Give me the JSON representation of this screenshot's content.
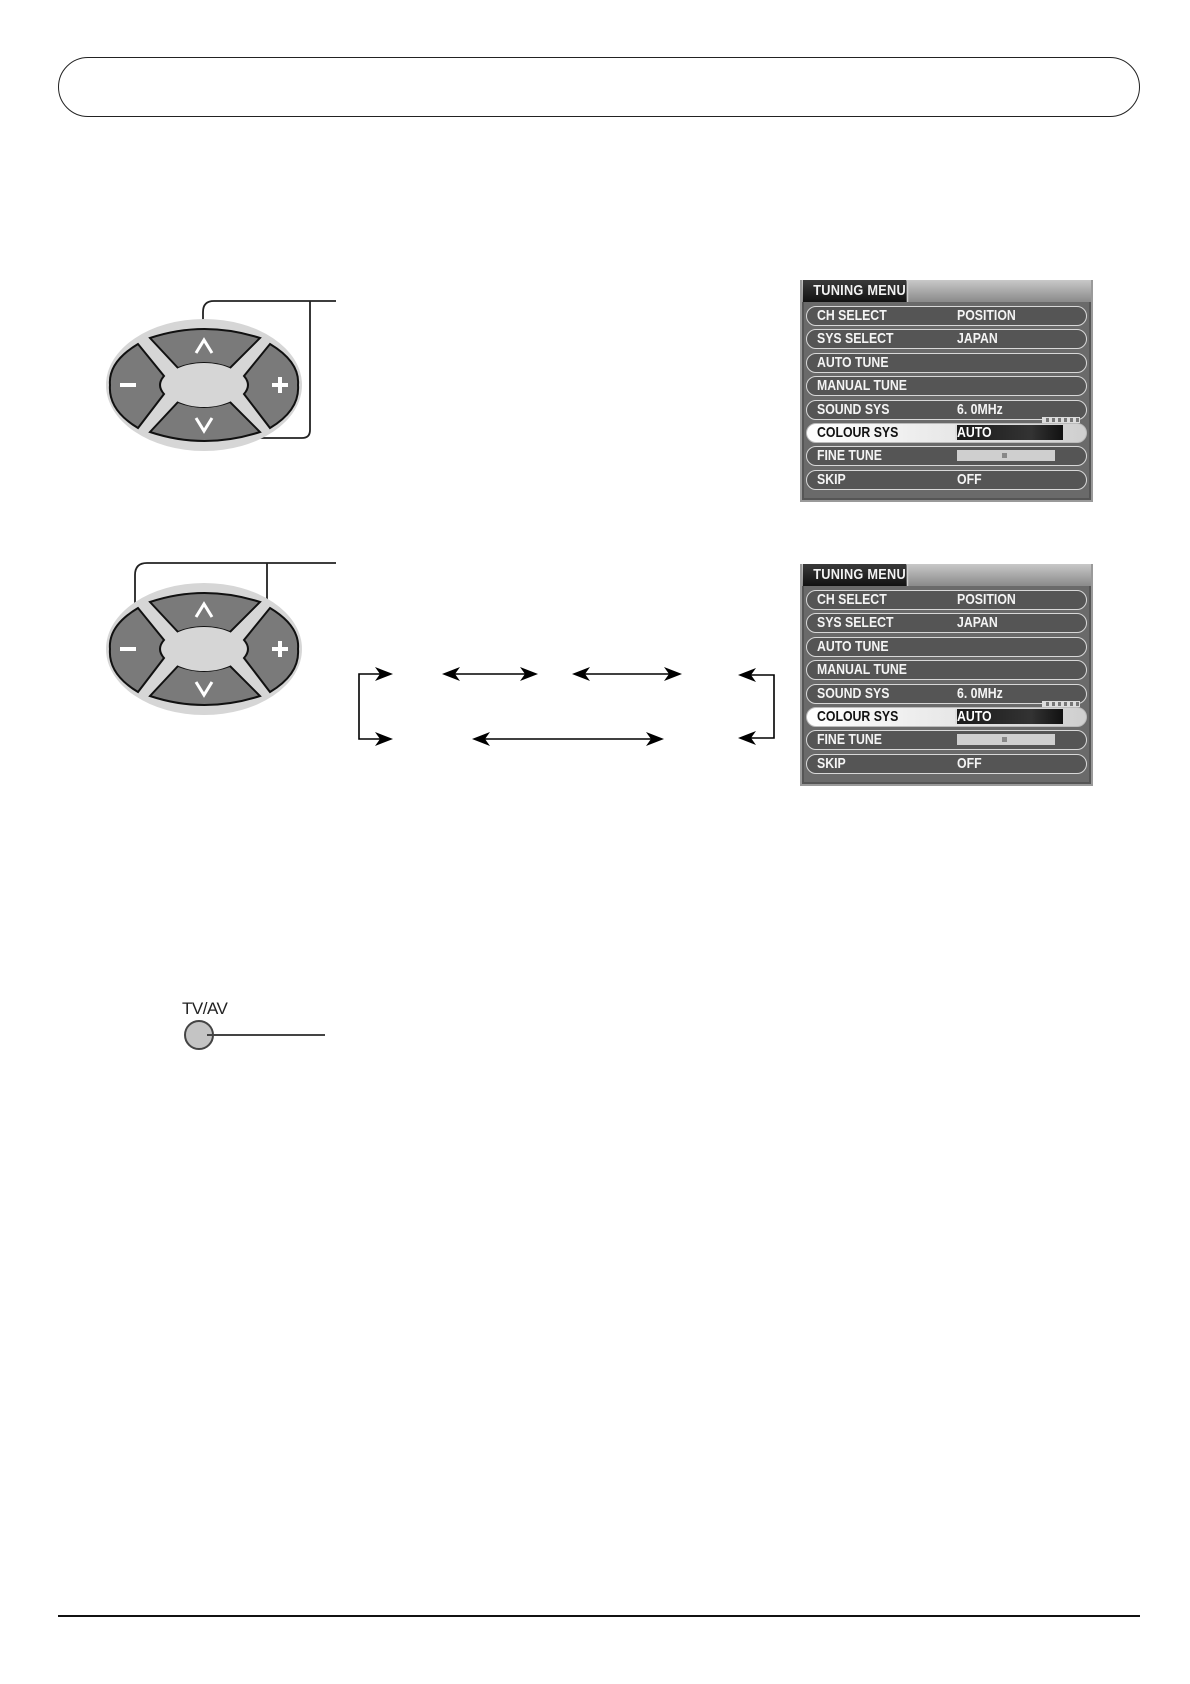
{
  "page": {
    "banner": {
      "title": ""
    },
    "footer": {
      "page_number": ""
    }
  },
  "keypads": [
    {
      "id": "keypad-up-down",
      "buttons": {
        "up": "^",
        "down": "v",
        "minus": "−",
        "plus": "+"
      },
      "highlighted": [
        "up",
        "down"
      ]
    },
    {
      "id": "keypad-minus-plus",
      "buttons": {
        "up": "^",
        "down": "v",
        "minus": "−",
        "plus": "+"
      },
      "highlighted": [
        "minus",
        "plus"
      ]
    }
  ],
  "menus": [
    {
      "title": "TUNING MENU",
      "rows": [
        {
          "label": "CH SELECT",
          "value": "POSITION"
        },
        {
          "label": "SYS SELECT",
          "value": "JAPAN"
        },
        {
          "label": "AUTO TUNE",
          "value": ""
        },
        {
          "label": "MANUAL TUNE",
          "value": ""
        },
        {
          "label": "SOUND SYS",
          "value": "6. 0MHz"
        },
        {
          "label": "COLOUR SYS",
          "value": "AUTO",
          "selected": true
        },
        {
          "label": "FINE TUNE",
          "value": "",
          "control": "slider"
        },
        {
          "label": "SKIP",
          "value": "OFF"
        }
      ]
    },
    {
      "title": "TUNING MENU",
      "rows": [
        {
          "label": "CH SELECT",
          "value": "POSITION"
        },
        {
          "label": "SYS SELECT",
          "value": "JAPAN"
        },
        {
          "label": "AUTO TUNE",
          "value": ""
        },
        {
          "label": "MANUAL TUNE",
          "value": ""
        },
        {
          "label": "SOUND SYS",
          "value": "6. 0MHz"
        },
        {
          "label": "COLOUR SYS",
          "value": "AUTO",
          "selected": true
        },
        {
          "label": "FINE TUNE",
          "value": "",
          "control": "slider"
        },
        {
          "label": "SKIP",
          "value": "OFF"
        }
      ]
    }
  ],
  "cycle_diagram": {
    "description": "cyclic option selection arrows (labels not shown)"
  },
  "tvav_button": {
    "label": "TV/AV"
  },
  "colors": {
    "menu_bg": "#6a6a6a",
    "menu_row": "#555555",
    "selected_row": "#ffffff",
    "keypad_button": "#7a7a7a",
    "keypad_frame": "#d4d4d4"
  }
}
